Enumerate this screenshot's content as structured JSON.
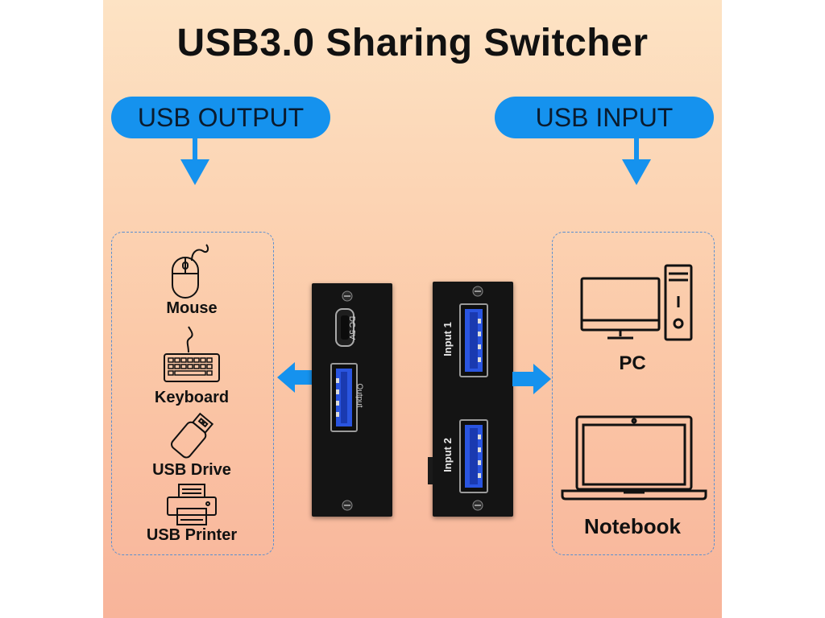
{
  "title": "USB3.0 Sharing Switcher",
  "output_section": {
    "label": "USB OUTPUT",
    "devices": [
      {
        "label": "Mouse",
        "icon": "mouse-icon"
      },
      {
        "label": "Keyboard",
        "icon": "keyboard-icon"
      },
      {
        "label": "USB Drive",
        "icon": "usb-drive-icon"
      },
      {
        "label": "USB Printer",
        "icon": "printer-icon"
      }
    ]
  },
  "input_section": {
    "label": "USB INPUT",
    "devices": [
      {
        "label": "PC",
        "icon": "pc-icon"
      },
      {
        "label": "Notebook",
        "icon": "notebook-icon"
      }
    ]
  },
  "switch": {
    "output_side": {
      "dc_label": "DC 5V",
      "port_label": "Output"
    },
    "input_side": {
      "port1_label": "Input 1",
      "port2_label": "Input 2"
    }
  },
  "colors": {
    "accent": "#1592ee",
    "device_body": "#141414",
    "usb_port_blue": "#2a55e0"
  }
}
